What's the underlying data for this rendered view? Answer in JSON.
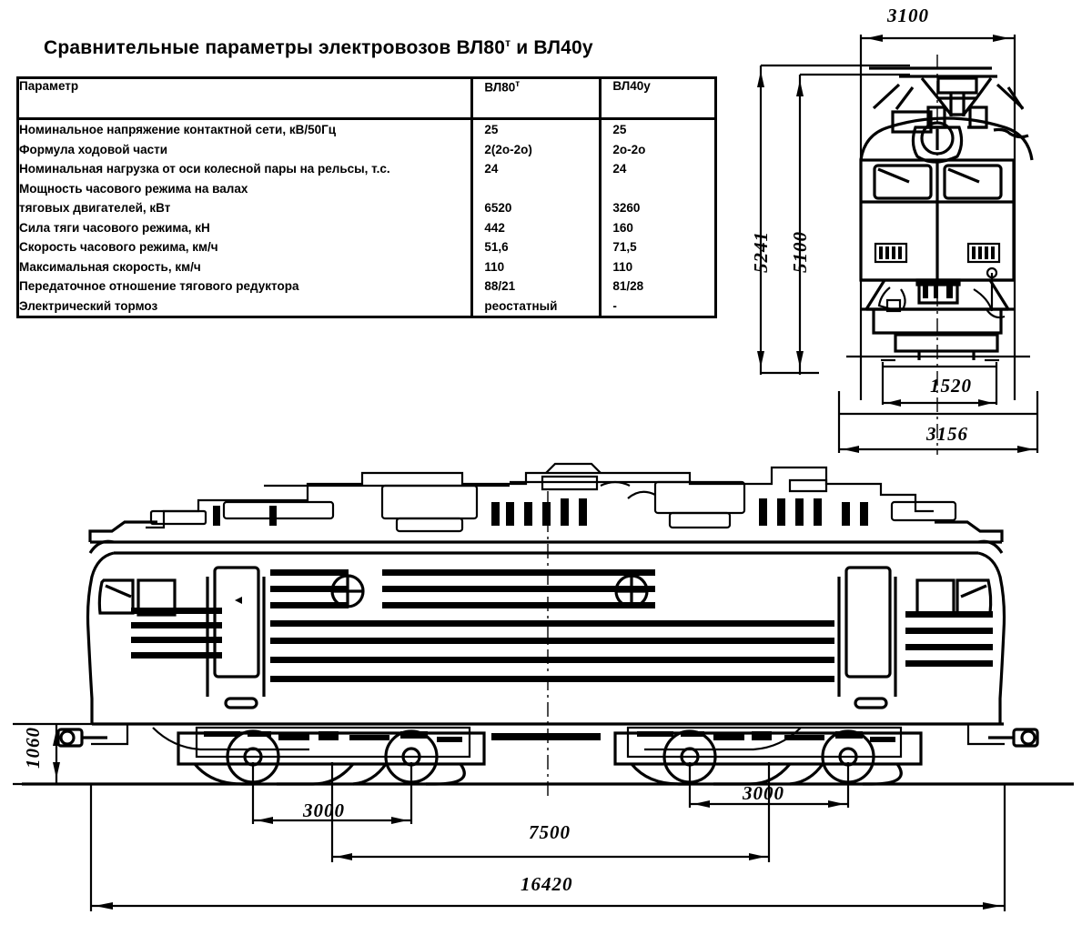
{
  "title": {
    "prefix": "Сравнительные параметры  электровозов ВЛ80",
    "sup": "т",
    "suffix": " и ВЛ40у"
  },
  "table": {
    "headers": {
      "parameter": "Параметр",
      "col1_base": "ВЛ80",
      "col1_sup": "т",
      "col2": "ВЛ40у"
    },
    "rows": [
      {
        "parameter": "Номинальное напряжение контактной сети, кВ/50Гц",
        "vl80t": "25",
        "vl40u": "25"
      },
      {
        "parameter": "Формула ходовой части",
        "vl80t": "2(2о-2о)",
        "vl40u": "2о-2о"
      },
      {
        "parameter": "Номинальная нагрузка от оси колесной пары на рельсы, т.с.",
        "vl80t": "24",
        "vl40u": "24"
      },
      {
        "parameter": "Мощность часового режима на валах",
        "vl80t": "",
        "vl40u": ""
      },
      {
        "parameter": "тяговых двигателей, кВт",
        "vl80t": "6520",
        "vl40u": "3260"
      },
      {
        "parameter": "Сила тяги часового режима, кН",
        "vl80t": "442",
        "vl40u": "160"
      },
      {
        "parameter": "Скорость часового режима, км/ч",
        "vl80t": "51,6",
        "vl40u": "71,5"
      },
      {
        "parameter": "Максимальная скорость, км/ч",
        "vl80t": "110",
        "vl40u": "110"
      },
      {
        "parameter": "Передаточное отношение тягового редуктора",
        "vl80t": "88/21",
        "vl40u": "81/28"
      },
      {
        "parameter": "Электрический тормоз",
        "vl80t": "реостатный",
        "vl40u": "-"
      }
    ]
  },
  "front_view": {
    "dimensions": {
      "width_top": "3100",
      "height_overall": "5241",
      "height_body": "5100",
      "track_gauge": "1520",
      "width_bottom": "3156"
    }
  },
  "side_view": {
    "dimensions": {
      "wheel_diameter": "1060",
      "bogie_wheelbase_left": "3000",
      "bogie_wheelbase_right": "3000",
      "bogie_centers": "7500",
      "overall_length": "16420"
    }
  },
  "colors": {
    "ink": "#000000",
    "paper": "#ffffff"
  }
}
